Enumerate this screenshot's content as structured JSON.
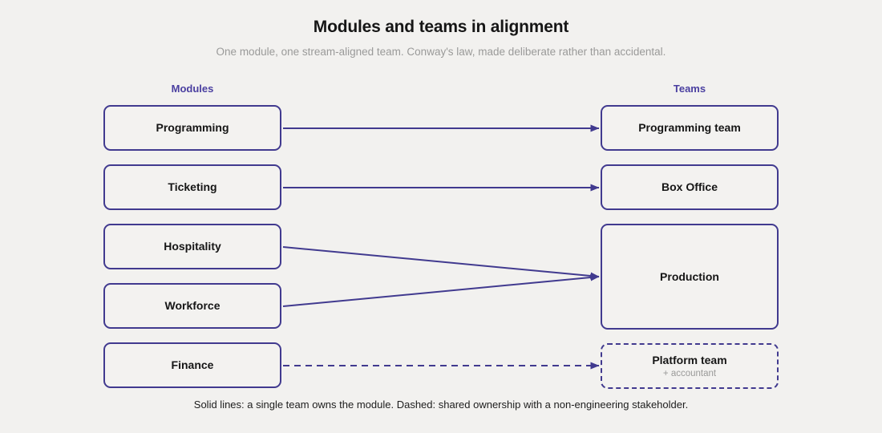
{
  "header": {
    "title": "Modules and teams in alignment",
    "subtitle": "One module, one stream-aligned team. Conway's law, made deliberate rather than accidental."
  },
  "columns": {
    "left_header": "Modules",
    "right_header": "Teams"
  },
  "modules": [
    {
      "label": "Programming"
    },
    {
      "label": "Ticketing"
    },
    {
      "label": "Hospitality"
    },
    {
      "label": "Workforce"
    },
    {
      "label": "Finance"
    }
  ],
  "teams": [
    {
      "label": "Programming team",
      "sub": "",
      "style": "solid"
    },
    {
      "label": "Box Office",
      "sub": "",
      "style": "solid"
    },
    {
      "label": "Production",
      "sub": "",
      "style": "solid"
    },
    {
      "label": "Platform team",
      "sub": "+ accountant",
      "style": "dashed"
    }
  ],
  "edges": [
    {
      "from": "Programming",
      "to": "Programming team",
      "style": "solid"
    },
    {
      "from": "Ticketing",
      "to": "Box Office",
      "style": "solid"
    },
    {
      "from": "Hospitality",
      "to": "Production",
      "style": "solid"
    },
    {
      "from": "Workforce",
      "to": "Production",
      "style": "solid"
    },
    {
      "from": "Finance",
      "to": "Platform team",
      "style": "dashed"
    }
  ],
  "footer": {
    "caption": "Solid lines: a single team owns the module. Dashed: shared ownership with a non-engineering stakeholder."
  },
  "colors": {
    "accent": "#413a8f",
    "header_accent": "#4a3fa0",
    "background": "#f2f1ef",
    "text": "#161616",
    "muted": "#9a9a99"
  }
}
